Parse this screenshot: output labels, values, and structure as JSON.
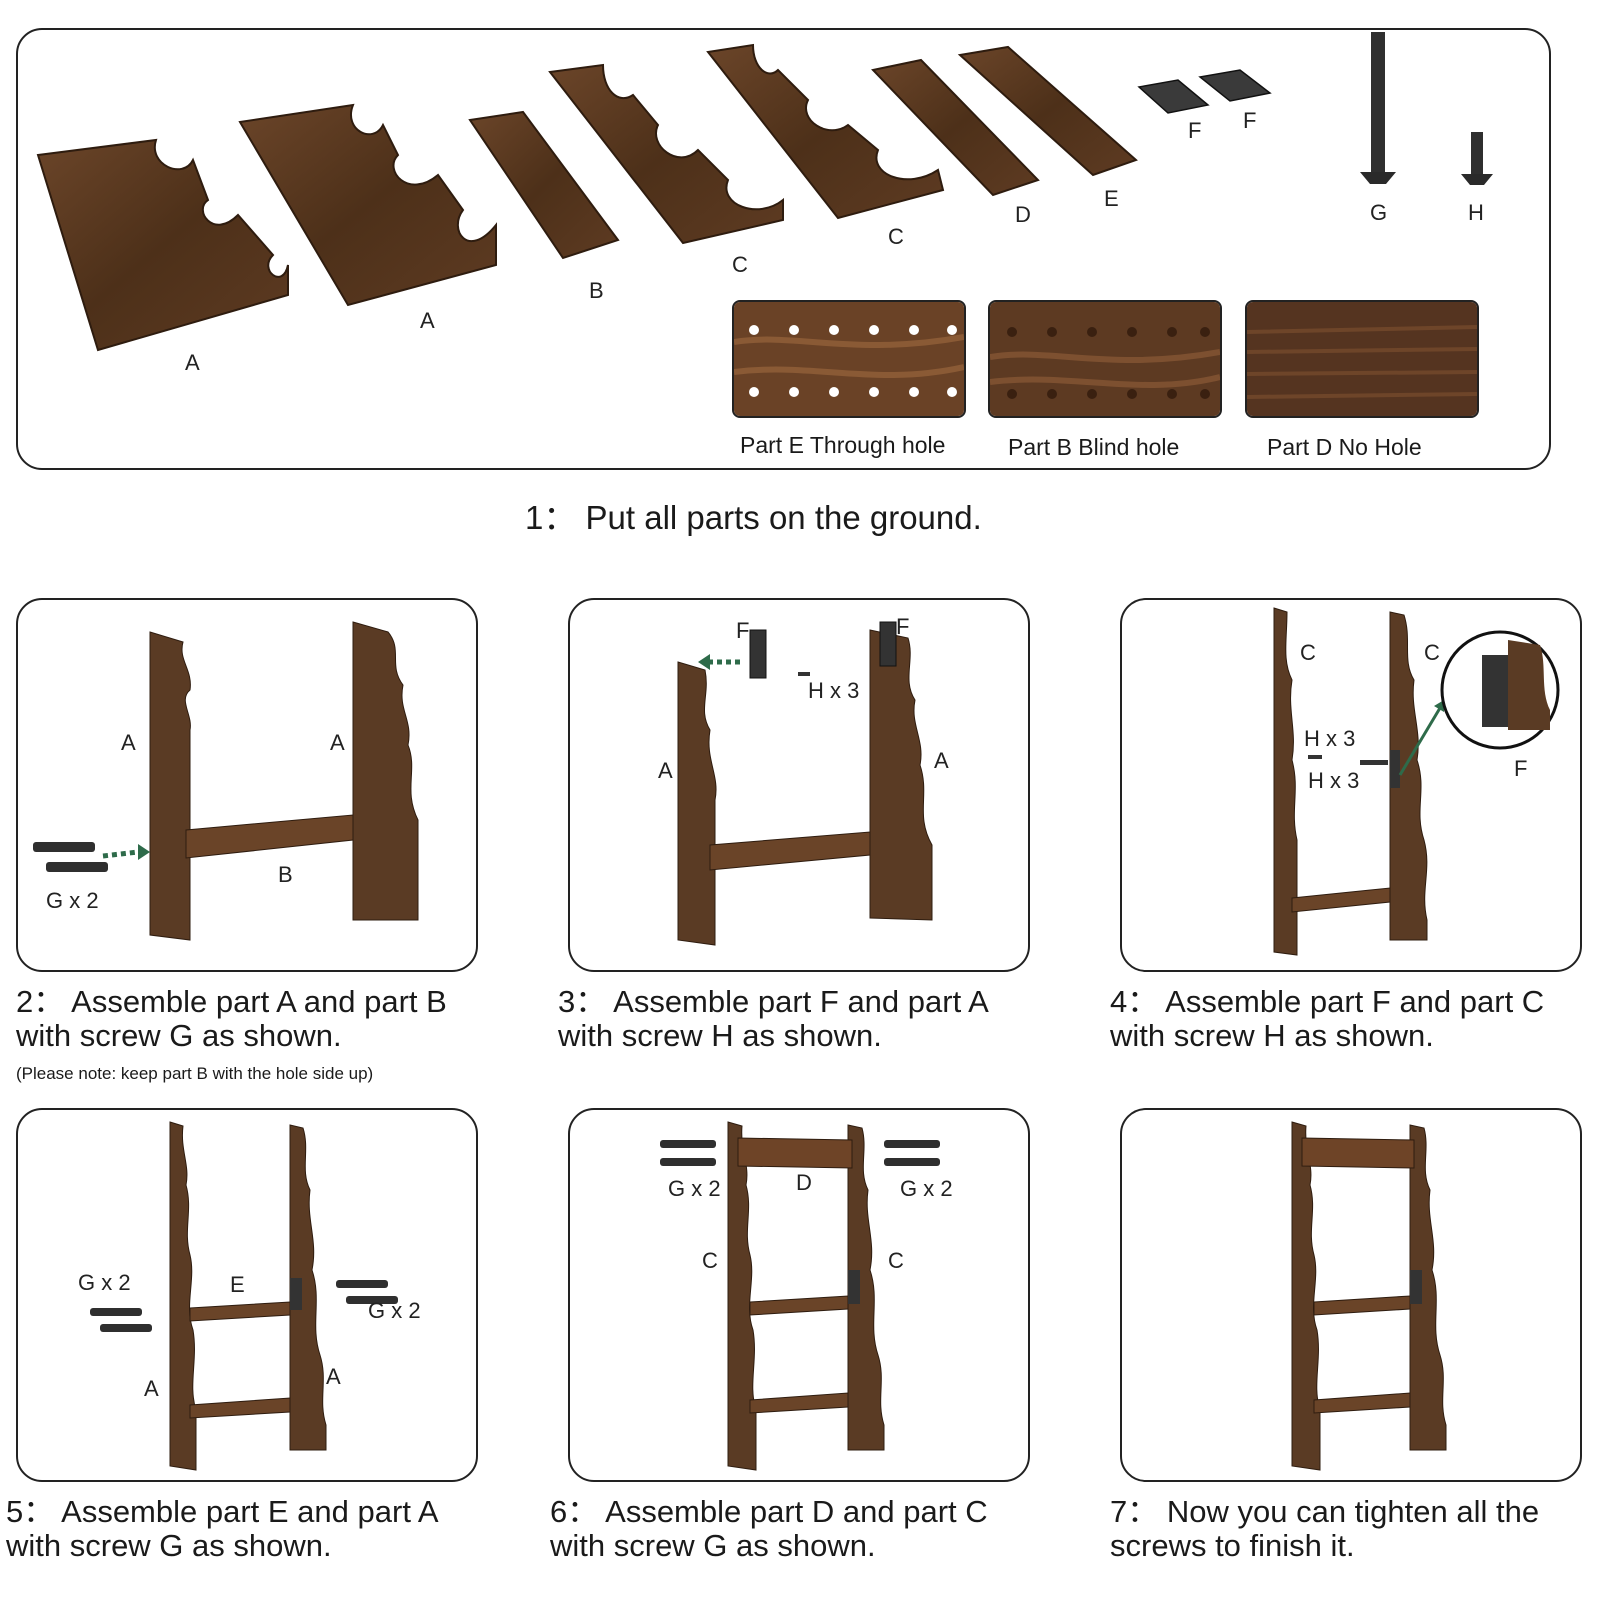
{
  "parts_overview": {
    "labels": {
      "A1": "A",
      "A2": "A",
      "B": "B",
      "C1": "C",
      "C2": "C",
      "D": "D",
      "E": "E",
      "F1": "F",
      "F2": "F",
      "G": "G",
      "H": "H"
    },
    "hole_captions": {
      "E": "Part E Through hole",
      "B": "Part B Blind hole",
      "D": "Part D No Hole"
    }
  },
  "steps": {
    "s1": "1： Put all parts on the ground.",
    "s2_line1": "2： Assemble part A and part B",
    "s2_line2": "with screw G as shown.",
    "s2_note": "(Please note: keep part B with the hole side up)",
    "s3_line1": "3： Assemble part F and part A",
    "s3_line2": "with screw H as shown.",
    "s4_line1": "4： Assemble part F and part C",
    "s4_line2": "with screw H as shown.",
    "s5_line1": "5： Assemble part E and part A",
    "s5_line2": "with screw G as shown.",
    "s6_line1": "6： Assemble part D and part C",
    "s6_line2": "with screw G as shown.",
    "s7_line1": "7： Now you can tighten all the",
    "s7_line2": "screws to finish it."
  },
  "panel2": {
    "a_left": "A",
    "a_right": "A",
    "b": "B",
    "g": "G x 2"
  },
  "panel3": {
    "f_left": "F",
    "f_right": "F",
    "h": "H x 3",
    "a_left": "A",
    "a_right": "A"
  },
  "panel4": {
    "c_left": "C",
    "c_right": "C",
    "h1": "H x 3",
    "h2": "H x 3",
    "f": "F"
  },
  "panel5": {
    "g_left": "G x 2",
    "g_right": "G x 2",
    "e": "E",
    "a_left": "A",
    "a_right": "A"
  },
  "panel6": {
    "g_left": "G x 2",
    "g_right": "G x 2",
    "d": "D",
    "c_left": "C",
    "c_right": "C"
  },
  "colors": {
    "wood": "#5a3b24",
    "wood_dark": "#3b2414",
    "arrow": "#2e6b4a",
    "screw": "#2f2f2f"
  }
}
